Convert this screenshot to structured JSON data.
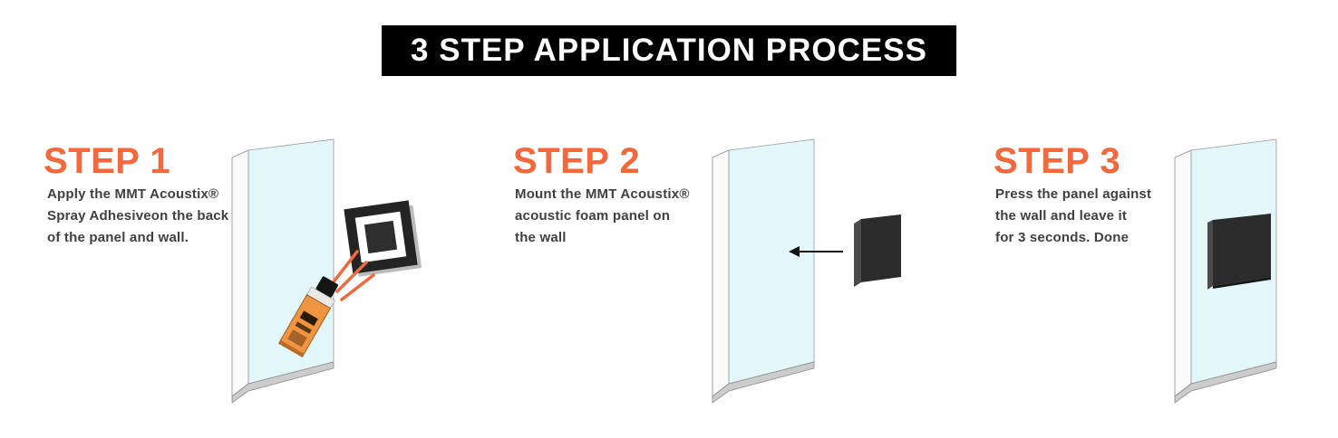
{
  "banner": {
    "title": "3 STEP APPLICATION PROCESS"
  },
  "colors": {
    "accent": "#f4683c",
    "banner_bg": "#000000",
    "banner_fg": "#ffffff",
    "wall_face": "#e3f6f9",
    "panel_dark": "#2b2b2b"
  },
  "steps": [
    {
      "label": "STEP 1",
      "description": "Apply the MMT Acoustix®\nSpray Adhesiveon the back\nof the panel and wall."
    },
    {
      "label": "STEP 2",
      "description": "Mount the MMT Acoustix®\n acoustic foam panel on\nthe wall"
    },
    {
      "label": "STEP 3",
      "description": "Press the panel against\nthe wall and leave it\nfor 3 seconds. Done"
    }
  ]
}
